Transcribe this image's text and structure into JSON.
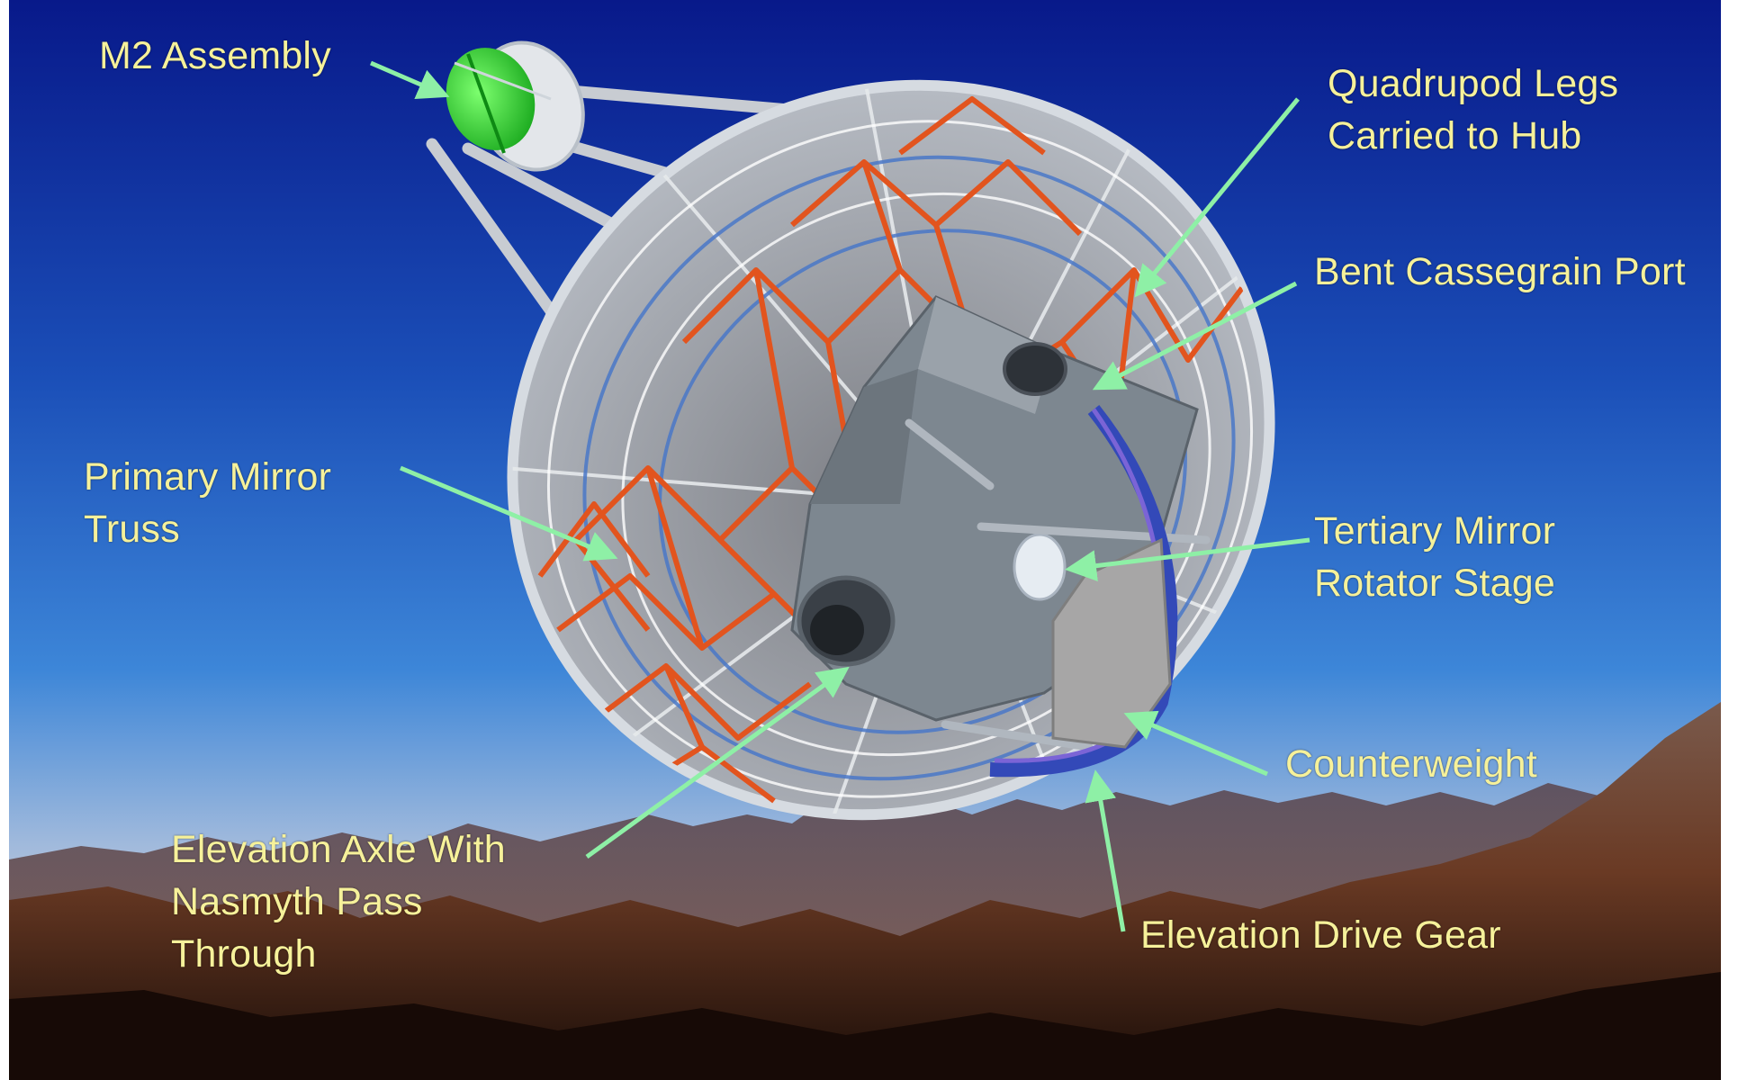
{
  "diagram": {
    "labels": [
      {
        "id": "m2-assembly",
        "lines": [
          "M2 Assembly"
        ]
      },
      {
        "id": "quadrupod-legs",
        "lines": [
          "Quadrupod Legs",
          "Carried to Hub"
        ]
      },
      {
        "id": "bent-cassegrain-port",
        "lines": [
          "Bent Cassegrain Port"
        ]
      },
      {
        "id": "primary-mirror-truss",
        "lines": [
          "Primary Mirror",
          "Truss"
        ]
      },
      {
        "id": "tertiary-mirror",
        "lines": [
          "Tertiary Mirror",
          "Rotator Stage"
        ]
      },
      {
        "id": "counterweight",
        "lines": [
          "Counterweight"
        ]
      },
      {
        "id": "elevation-axle",
        "lines": [
          "Elevation Axle With",
          "Nasmyth Pass",
          "Through"
        ]
      },
      {
        "id": "elevation-drive-gear",
        "lines": [
          "Elevation Drive Gear"
        ]
      }
    ],
    "colors": {
      "sky_top": "#0a1f8a",
      "sky_mid": "#2a6fd0",
      "horizon": "#b8c4d8",
      "terrain": "#5a3020",
      "truss_red": "#e0501e",
      "truss_white": "#d8dde2",
      "truss_blue": "#4a78c8",
      "hub_gray": "#7d8790",
      "m2_green": "#22c92a",
      "gear_blue": "#3349b8",
      "leader_green": "#8ef0a6",
      "label_yellow": "#f6f19a"
    }
  }
}
